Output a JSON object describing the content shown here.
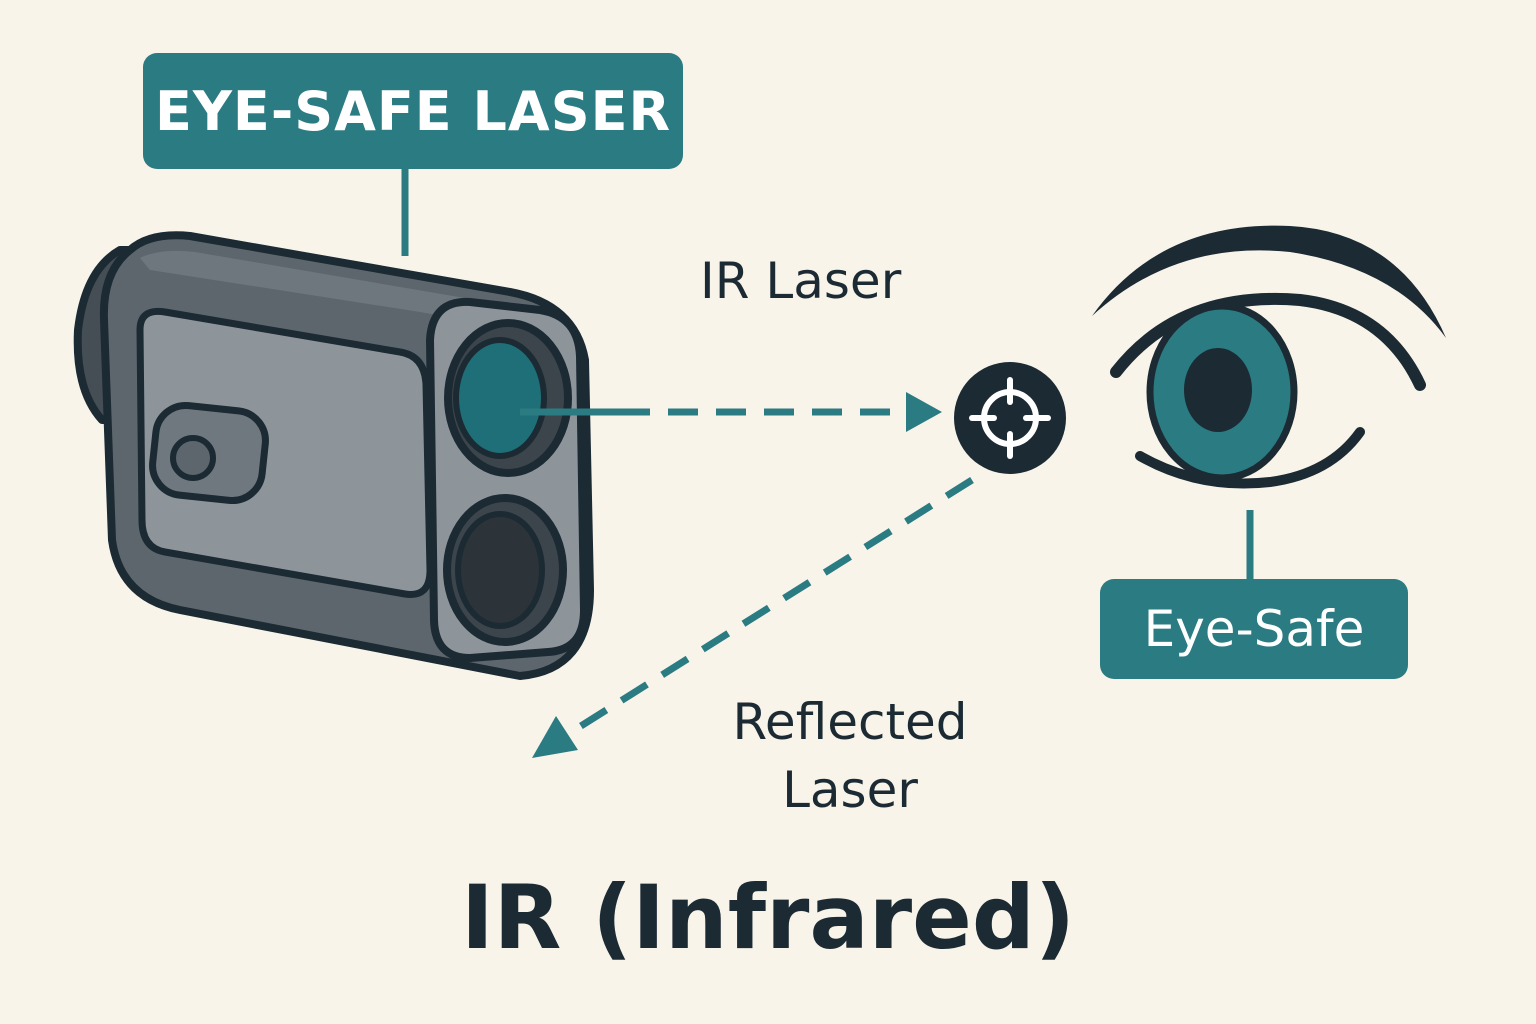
{
  "labels": {
    "device_label": "EYE-SAFE LASER",
    "beam_label": "IR Laser",
    "reflected_line1": "Reflected",
    "reflected_line2": "Laser",
    "eye_label": "Eye-Safe"
  },
  "footer": {
    "title": "IR (Infrared)"
  },
  "icons": {
    "device": "rangefinder-icon",
    "target": "crosshair-icon",
    "eye": "eye-icon"
  },
  "colors": {
    "background": "#f8f4ea",
    "accent": "#2b7b82",
    "ink": "#1c2a33",
    "device_body": "#7e868d",
    "device_dark": "#4a5359"
  }
}
